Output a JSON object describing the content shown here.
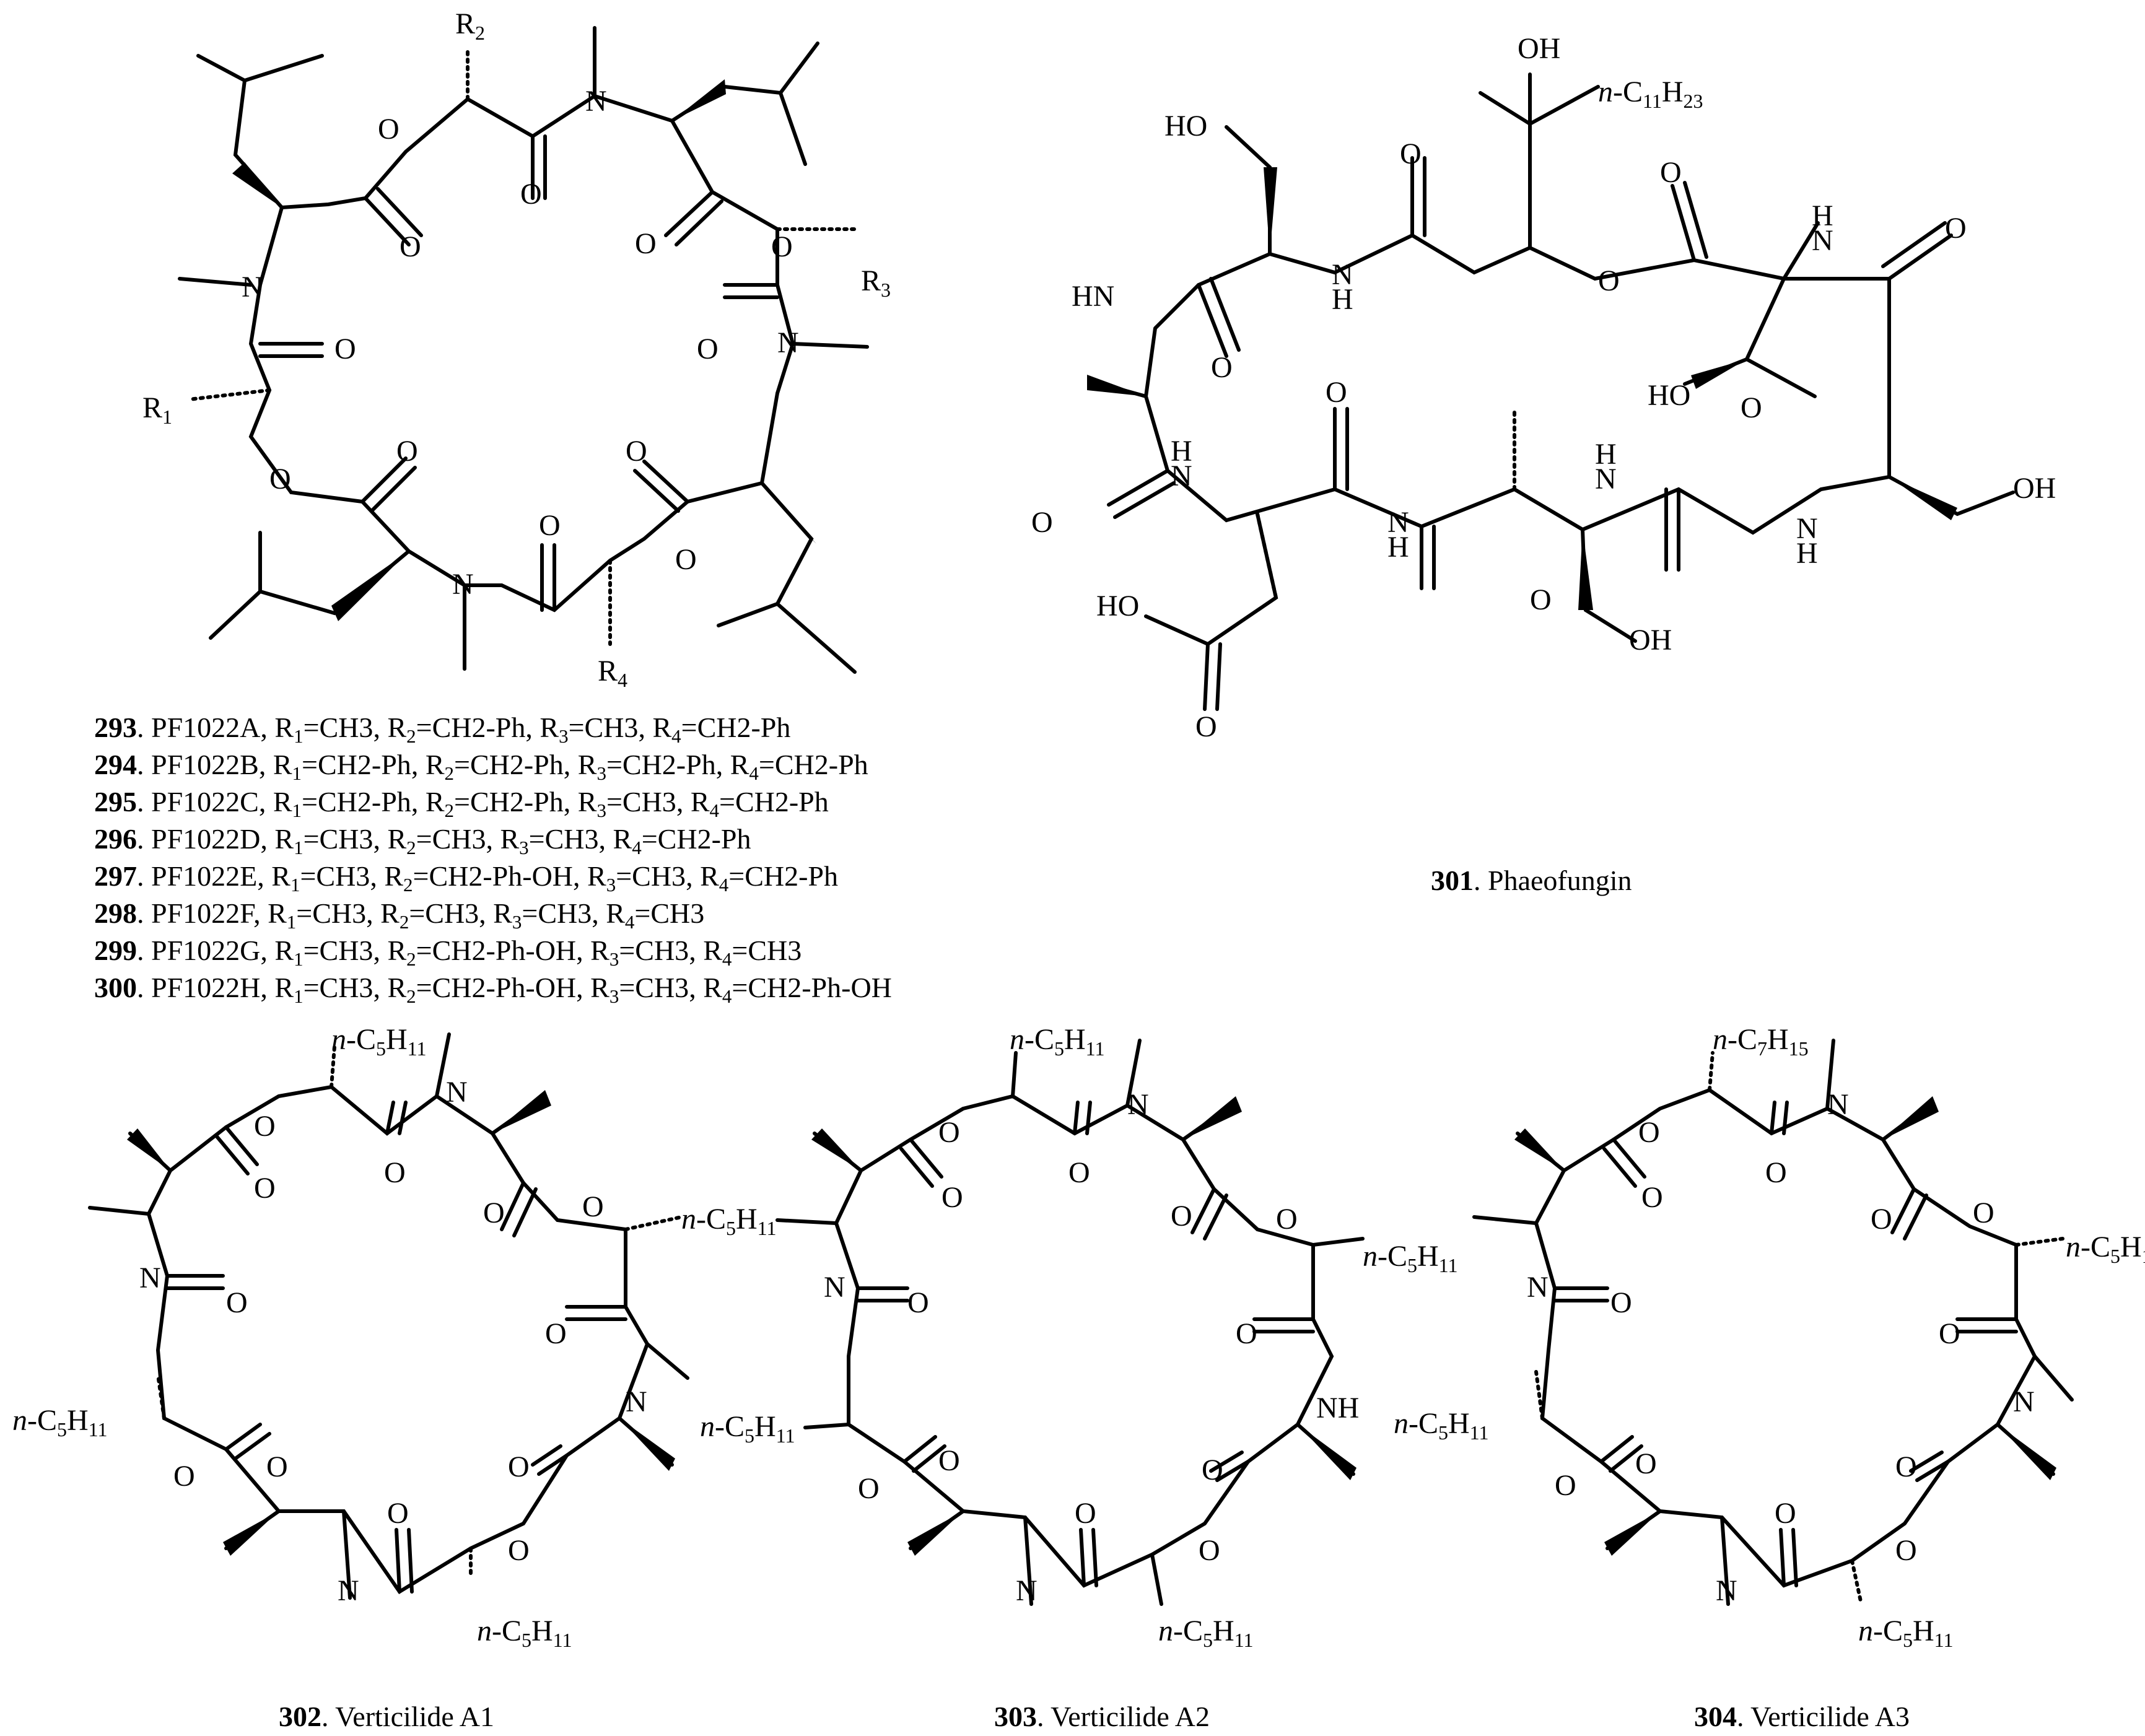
{
  "compounds": [
    {
      "num": "293",
      "name": "PF1022A",
      "r1": "CH3",
      "r2": "CH2-Ph",
      "r3": "CH3",
      "r4": "CH2-Ph"
    },
    {
      "num": "294",
      "name": "PF1022B",
      "r1": "CH2-Ph",
      "r2": "CH2-Ph",
      "r3": "CH2-Ph",
      "r4": "CH2-Ph"
    },
    {
      "num": "295",
      "name": "PF1022C",
      "r1": "CH2-Ph",
      "r2": "CH2-Ph",
      "r3": "CH3",
      "r4": "CH2-Ph"
    },
    {
      "num": "296",
      "name": "PF1022D",
      "r1": "CH3",
      "r2": "CH3",
      "r3": "CH3",
      "r4": "CH2-Ph"
    },
    {
      "num": "297",
      "name": "PF1022E",
      "r1": "CH3",
      "r2": "CH2-Ph-OH",
      "r3": "CH3",
      "r4": "CH2-Ph"
    },
    {
      "num": "298",
      "name": "PF1022F",
      "r1": "CH3",
      "r2": "CH3",
      "r3": "CH3",
      "r4": "CH3"
    },
    {
      "num": "299",
      "name": "PF1022G",
      "r1": "CH3",
      "r2": "CH2-Ph-OH",
      "r3": "CH3",
      "r4": "CH3"
    },
    {
      "num": "300",
      "name": "PF1022H",
      "r1": "CH3",
      "r2": "CH2-Ph-OH",
      "r3": "CH3",
      "r4": "CH2-Ph-OH"
    }
  ],
  "captions": {
    "c301": {
      "num": "301",
      "name": ". Phaeofungin"
    },
    "c302": {
      "num": "302",
      "name": ". Verticilide A1"
    },
    "c303": {
      "num": "303",
      "name": ". Verticilide A2"
    },
    "c304": {
      "num": "304",
      "name": ". Verticilide A3"
    }
  },
  "atom_labels": {
    "R1": "R1",
    "R2": "R2",
    "R3": "R3",
    "R4": "R4",
    "N": "N",
    "O": "O",
    "OH": "OH",
    "HO": "HO",
    "NH": "NH",
    "HN": "HN",
    "n_pentyl": "n-C5H11",
    "n_heptyl": "n-C7H15",
    "n_undecyl": "n-C11H23"
  }
}
